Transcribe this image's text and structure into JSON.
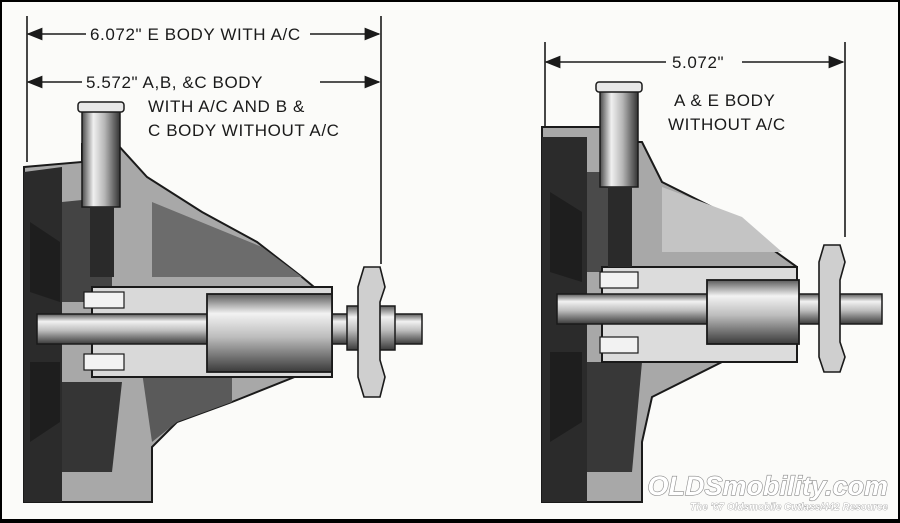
{
  "left_pump": {
    "dim_e_body": "6.072\" E BODY WITH A/C",
    "dim_abc_line1": "5.572\" A,B, &C BODY",
    "dim_abc_line2": "WITH A/C AND B &",
    "dim_abc_line3": "C BODY WITHOUT A/C"
  },
  "right_pump": {
    "dim": "5.072\"",
    "label_line1": "A & E BODY",
    "label_line2": "WITHOUT A/C"
  },
  "watermark": {
    "title": "OLDSmobility.com",
    "subtitle": "The '67 Oldsmobile Cutlass/442 Resource"
  },
  "colors": {
    "ink": "#1a1a1a",
    "casting_dark": "#2b2b2b",
    "casting_light": "#9c9c9c",
    "background": "#fbfbf9"
  }
}
